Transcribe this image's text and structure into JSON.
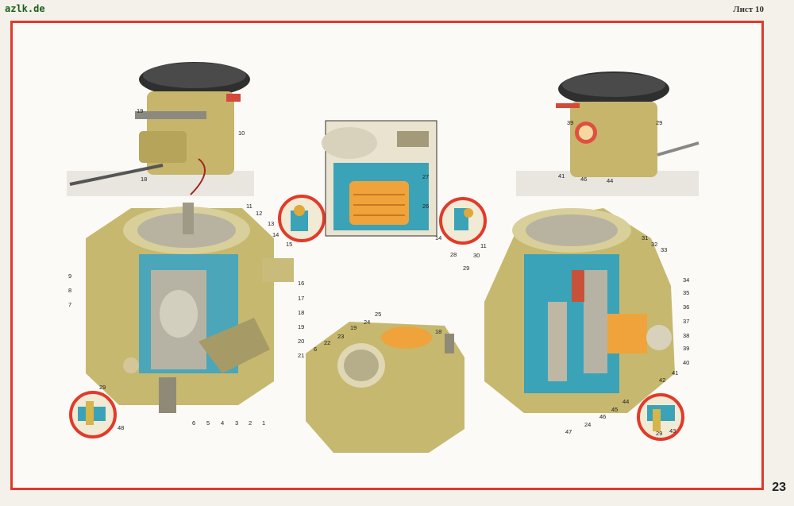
{
  "header": {
    "site": "azlk.de",
    "sheet": "Лист 10"
  },
  "page_number": "23",
  "colors": {
    "frame": "#e0392b",
    "body_metal": "#c9bb7a",
    "cutaway_blue": "#3aa3b8",
    "inset_ring": "#e23a2a",
    "filter_orange": "#f0a33a",
    "cap_dark": "#3a3a3a"
  },
  "labels": {
    "top_left_view": [
      "19",
      "10",
      "18"
    ],
    "top_right_view": [
      "39",
      "29",
      "41",
      "46",
      "44"
    ],
    "left_cutaway": [
      "11",
      "12",
      "13",
      "14",
      "15",
      "16",
      "17",
      "18",
      "19",
      "20",
      "21",
      "9",
      "8",
      "7",
      "6",
      "5",
      "4",
      "3",
      "2",
      "1"
    ],
    "left_inset": [
      "29",
      "48"
    ],
    "center_filter_inset": [
      "27",
      "26"
    ],
    "center_small_inset": [
      "14",
      "28"
    ],
    "center_base": [
      "25",
      "24",
      "19",
      "23",
      "22",
      "6",
      "18"
    ],
    "right_cutaway": [
      "11",
      "30",
      "29",
      "31",
      "32",
      "33",
      "34",
      "35",
      "36",
      "37",
      "38",
      "39",
      "40",
      "41",
      "42",
      "44",
      "45",
      "46",
      "24",
      "47"
    ],
    "right_inset": [
      "29",
      "43"
    ]
  }
}
